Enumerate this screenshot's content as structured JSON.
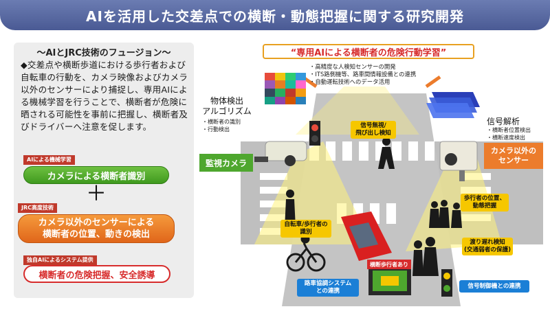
{
  "title": "AIを活用した交差点での横断・動態把握に関する研究開発",
  "left_panel": {
    "heading": "～AIとJRC技術のフュージョン～",
    "body": "◆交差点や横断歩道における歩行者および自転車の行動を、カメラ映像およびカメラ以外のセンサーにより捕捉し、専用AIによる機械学習を行うことで、横断者が危険に晒される可能性を事前に把握し、横断者及びドライバーへ注意を促します。",
    "tag1": "AIによる機械学習",
    "step1": "カメラによる横断者識別",
    "plus": "＋",
    "tag2": "JRC高度技術",
    "step2_line1": "カメラ以外のセンサーによる",
    "step2_line2": "横断者の位置、動きの検出",
    "tag3": "独自AIによるシステム提供",
    "step3": "横断者の危険把握、安全誘導"
  },
  "scene": {
    "headline": "“専用AIによる横断者の危険行動学習”",
    "bullets": [
      "・高精度な人検知センサーの開発",
      "・ITS路側機等、路車間情報設備との連携",
      "・自動運転技術へのデータ活用"
    ],
    "algo_title_line1": "物体検出",
    "algo_title_line2": "アルゴリズム",
    "algo_list": [
      "・横断者の識別",
      "・行動検出"
    ],
    "signal_title": "信号解析",
    "signal_list": [
      "・横断者位置検出",
      "・横断速度検出"
    ],
    "camera_label": "監視カメラ",
    "sensor_label_line1": "カメラ以外の",
    "sensor_label_line2": "センサー",
    "callout_signal_line1": "信号無視/",
    "callout_signal_line2": "飛び出し検知",
    "callout_bike_line1": "自転車/歩行者の",
    "callout_bike_line2": "識別",
    "callout_pos_line1": "歩行者の位置、",
    "callout_pos_line2": "動態把握",
    "callout_late_line1": "渡り遅れ検知",
    "callout_late_line2": "(交通弱者の保護)",
    "warn_tag": "横断歩行者あり",
    "callout_road_line1": "路車協調システム",
    "callout_road_line2": "との連携",
    "callout_traffic": "信号制御機との連携"
  },
  "colors": {
    "title_bar": "#5566a3",
    "green": "#4ea72e",
    "orange": "#ec7c2c",
    "red": "#d72b2b",
    "yellow": "#f6c700",
    "blue": "#1b7fd6"
  }
}
